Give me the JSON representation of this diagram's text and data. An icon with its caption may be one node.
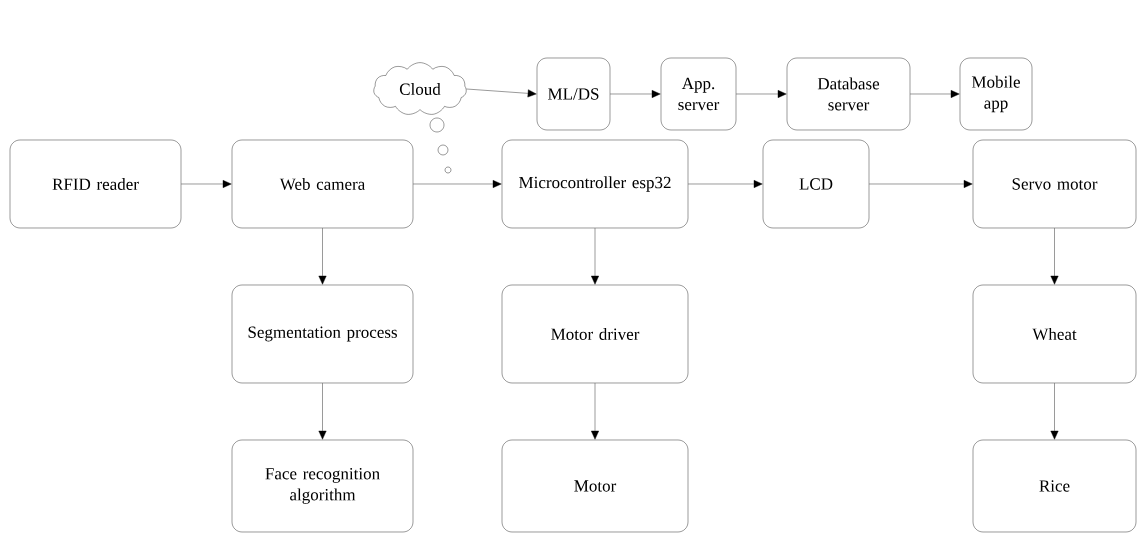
{
  "diagram": {
    "nodes": [
      {
        "text": [
          "Cloud"
        ]
      },
      {
        "text": [
          "ML/DS"
        ]
      },
      {
        "text": [
          "App. server"
        ]
      },
      {
        "text": [
          "Database server"
        ]
      },
      {
        "text": [
          "Mobile app"
        ]
      },
      {
        "text": [
          "RFID reader"
        ]
      },
      {
        "text": [
          "Web camera"
        ]
      },
      {
        "text": [
          "Microcontroller esp32"
        ]
      },
      {
        "text": [
          "LCD"
        ]
      },
      {
        "text": [
          "Servo motor"
        ]
      },
      {
        "text": [
          "Segmentation process"
        ]
      },
      {
        "text": [
          "Motor driver"
        ]
      },
      {
        "text": [
          "Wheat"
        ]
      },
      {
        "text": [
          "Face recognition algorithm"
        ]
      },
      {
        "text": [
          "Motor"
        ]
      },
      {
        "text": [
          "Rice"
        ]
      }
    ],
    "edges": [
      {
        "from": 0,
        "to": 1,
        "arrow": "to"
      },
      {
        "from": 1,
        "to": 2,
        "arrow": "to"
      },
      {
        "from": 2,
        "to": 3,
        "arrow": "to"
      },
      {
        "from": 3,
        "to": 4,
        "arrow": "to"
      },
      {
        "from": 5,
        "to": 6,
        "arrow": "to"
      },
      {
        "from": 6,
        "to": 7,
        "arrow": "to"
      },
      {
        "from": 7,
        "to": 8,
        "arrow": "to"
      },
      {
        "from": 8,
        "to": 9,
        "arrow": "to"
      },
      {
        "from": 6,
        "to": 10,
        "arrow": "to"
      },
      {
        "from": 10,
        "to": 13,
        "arrow": "to"
      },
      {
        "from": 7,
        "to": 11,
        "arrow": "to"
      },
      {
        "from": 11,
        "to": 14,
        "arrow": "to"
      },
      {
        "from": 9,
        "to": 12,
        "arrow": "to"
      },
      {
        "from": 12,
        "to": 15,
        "arrow": "to"
      }
    ]
  }
}
